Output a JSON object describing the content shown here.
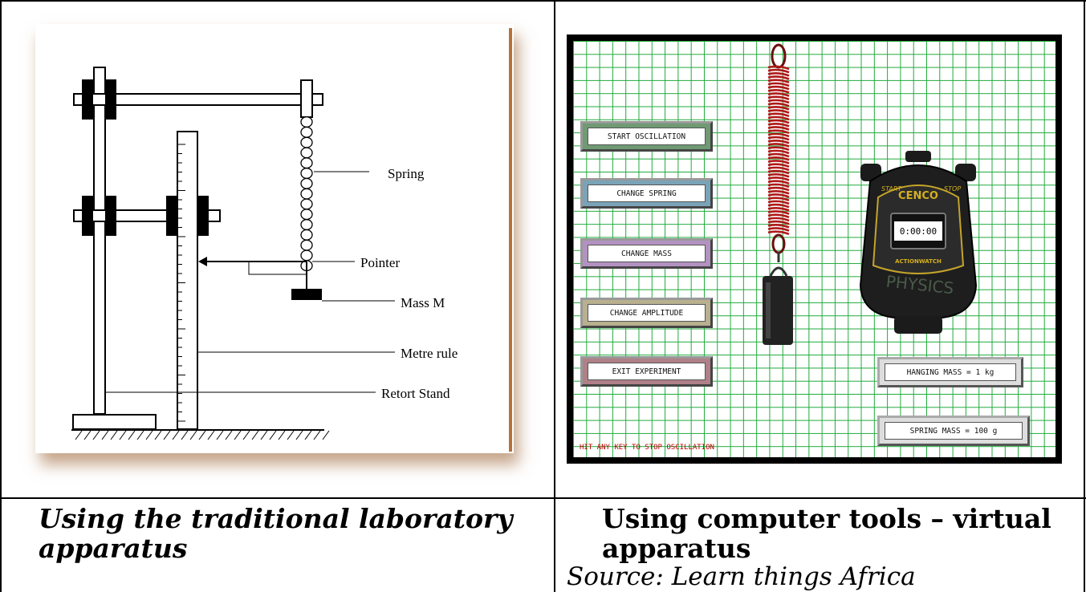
{
  "captions": {
    "left": "Using the traditional laboratory apparatus",
    "right": "Using computer tools – virtual apparatus",
    "source": "Source: Learn things Africa"
  },
  "diagram": {
    "labels": {
      "spring": "Spring",
      "pointer": "Pointer",
      "mass": "Mass M",
      "metre_rule": "Metre rule",
      "retort_stand": "Retort Stand"
    }
  },
  "simulator": {
    "buttons": {
      "start": "START OSCILLATION",
      "change_spring": "CHANGE SPRING",
      "change_mass": "CHANGE MASS",
      "change_amplitude": "CHANGE AMPLITUDE",
      "exit": "EXIT EXPERIMENT"
    },
    "stopwatch": {
      "brand": "CENCO",
      "start_label": "START",
      "stop_label": "STOP",
      "model": "ACTIONWATCH",
      "writing": "PHYSICS",
      "time": "0:00:00"
    },
    "hanging_mass": "HANGING MASS = 1 kg",
    "spring_mass": "SPRING MASS = 100 g",
    "hint": "HIT ANY KEY TO STOP OSCILLATION",
    "colors": {
      "grid": "#1faa3c",
      "spring": "#b01818",
      "hint": "#c00000"
    }
  }
}
